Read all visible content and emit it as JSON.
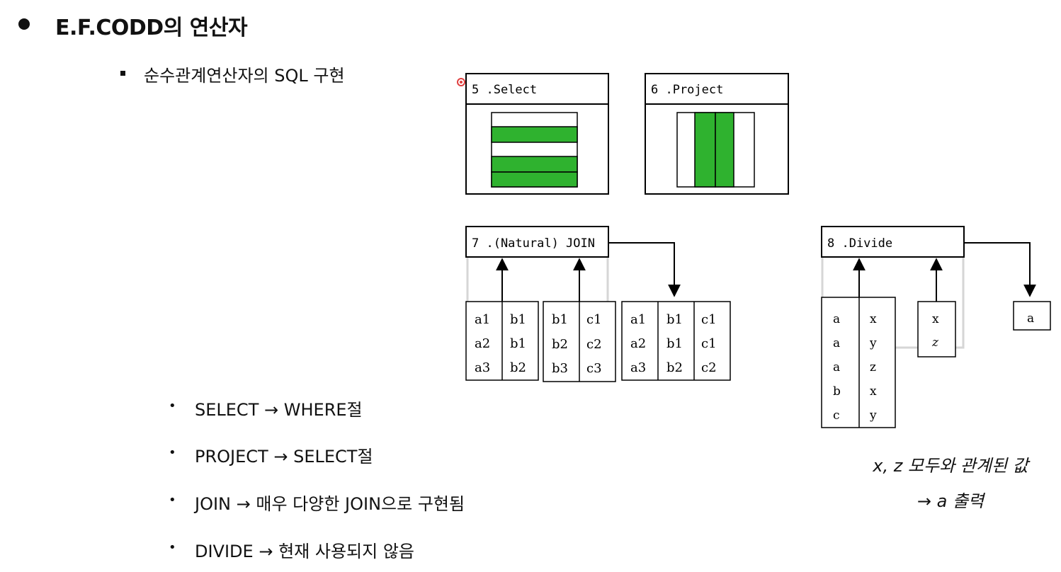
{
  "heading": {
    "title": "E.F.CODD의 연산자"
  },
  "subheading": {
    "text": "순수관계연산자의 SQL 구현"
  },
  "bullets": [
    {
      "op": "SELECT",
      "arrow": "→",
      "text": "WHERE절"
    },
    {
      "op": "PROJECT",
      "arrow": "→",
      "text": "SELECT절"
    },
    {
      "op": "JOIN",
      "arrow": "→",
      "text": "매우 다양한 JOIN으로 구현됨"
    },
    {
      "op": "DIVIDE",
      "arrow": "→",
      "text": "현재 사용되지 않음"
    }
  ],
  "diagram": {
    "select": {
      "label": "5 .Select"
    },
    "project": {
      "label": "6 .Project"
    },
    "join": {
      "label": "7 .(Natural) JOIN",
      "left": [
        [
          "a1",
          "b1"
        ],
        [
          "a2",
          "b1"
        ],
        [
          "a3",
          "b2"
        ]
      ],
      "right": [
        [
          "b1",
          "c1"
        ],
        [
          "b2",
          "c2"
        ],
        [
          "b3",
          "c3"
        ]
      ],
      "result": [
        [
          "a1",
          "b1",
          "c1"
        ],
        [
          "a2",
          "b1",
          "c1"
        ],
        [
          "a3",
          "b2",
          "c2"
        ]
      ]
    },
    "divide": {
      "label": "8 .Divide",
      "dividend": [
        [
          "a",
          "x"
        ],
        [
          "a",
          "y"
        ],
        [
          "a",
          "z"
        ],
        [
          "b",
          "x"
        ],
        [
          "c",
          "y"
        ]
      ],
      "divisor": [
        "x",
        "z"
      ],
      "result": [
        "a"
      ]
    },
    "colors": {
      "fill": "#2fb22f",
      "stroke": "#000000",
      "connector": "#d6d6d6"
    }
  },
  "note": {
    "line1": "x, z 모두와 관계된 값",
    "line2": "→ a 출력"
  }
}
